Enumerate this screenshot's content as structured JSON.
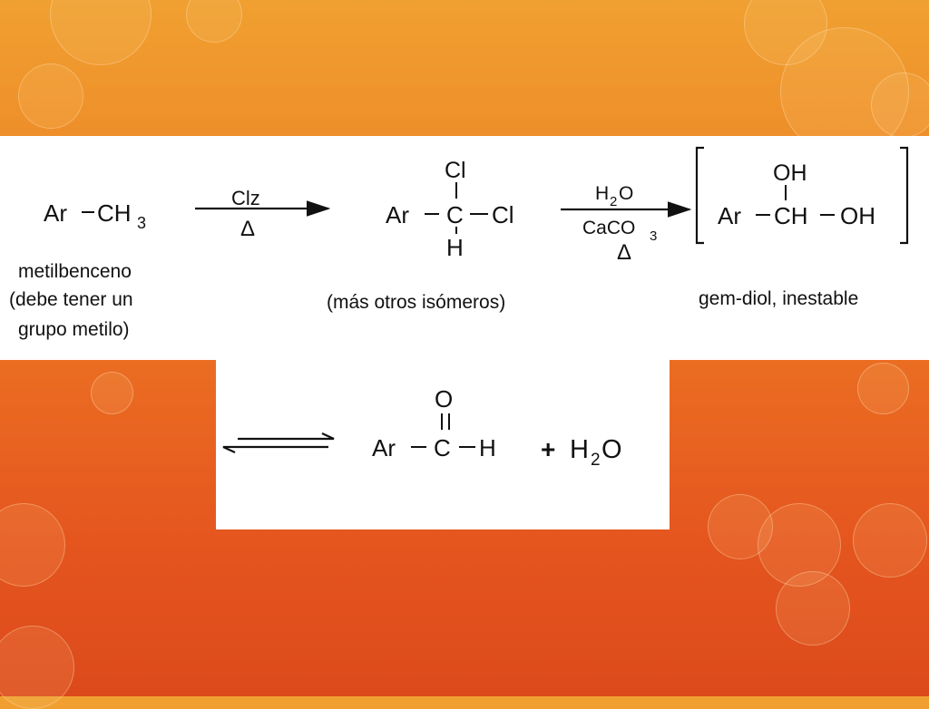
{
  "reaction": {
    "start": {
      "ar": "Ar",
      "ch": "CH",
      "sub3": "3",
      "caption_1": "metilbenceno",
      "caption_2": "(debe tener un",
      "caption_3": "grupo metilo)"
    },
    "arrow1": {
      "reagent": "Clz",
      "heat": "Δ"
    },
    "dichloride": {
      "ar": "Ar",
      "c": "C",
      "cl_top": "Cl",
      "cl_right": "Cl",
      "h": "H",
      "caption": "(más otros isómeros)"
    },
    "arrow2": {
      "h": "H",
      "sub2": "2",
      "o": "O",
      "caco": "CaCO",
      "sub3": "3",
      "heat": "Δ"
    },
    "gemdiol": {
      "ar": "Ar",
      "ch": "CH",
      "oh_top": "OH",
      "oh_right": "OH",
      "caption": "gem-diol, inestable"
    },
    "product": {
      "ar": "Ar",
      "c": "C",
      "o": "O",
      "h": "H",
      "plus": "+",
      "water_h": "H",
      "water_sub": "2",
      "water_o": "O"
    }
  }
}
